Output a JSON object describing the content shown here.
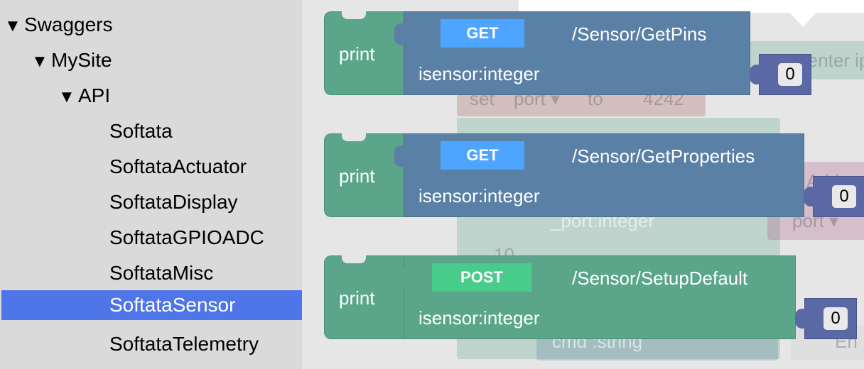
{
  "sidebar": {
    "items": [
      {
        "label": "Swaggers",
        "arrow": "▼"
      },
      {
        "label": "MySite",
        "arrow": "▼"
      },
      {
        "label": "API",
        "arrow": "▼"
      },
      {
        "label": "Softata"
      },
      {
        "label": "SoftataActuator"
      },
      {
        "label": "SoftataDisplay"
      },
      {
        "label": "SoftataGPIOADC"
      },
      {
        "label": "SoftataMisc"
      },
      {
        "label": "SoftataSensor",
        "selected": true
      },
      {
        "label": "SoftataTelemetry"
      }
    ]
  },
  "background_blocks": {
    "ip_hint": "e enter ip",
    "set_label": "set",
    "port_var": "port ▾",
    "to_label": "to",
    "port_value": "4242",
    "addr_hint": "Addre",
    "port_param": "_port:integer",
    "port_var2": "port ▾",
    "it_value": "10",
    "cmd_param": "cmd :string",
    "en_hint": "En"
  },
  "blocks": [
    {
      "print_label": "print",
      "method": "GET",
      "path": "/Sensor/GetPins",
      "param": "isensor:integer",
      "value": "0"
    },
    {
      "print_label": "print",
      "method": "GET",
      "path": "/Sensor/GetProperties",
      "param": "isensor:integer",
      "value": "0"
    },
    {
      "print_label": "print",
      "method": "POST",
      "path": "/Sensor/SetupDefault",
      "param": "isensor:integer",
      "value": "0"
    }
  ],
  "colors": {
    "print_block": "#5ba68a",
    "get_block": "#5b80a5",
    "post_block": "#5ba68a",
    "get_badge": "#4da5ff",
    "post_badge": "#47cc8a",
    "number_socket": "#5b68a6",
    "selected_item": "#4f76e8"
  }
}
